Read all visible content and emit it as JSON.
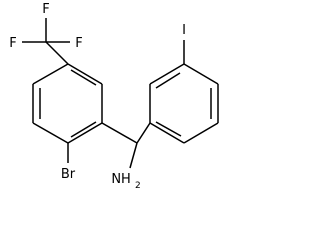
{
  "molecule": {
    "atoms": {
      "f_top": "F",
      "f_left": "F",
      "f_right": "F",
      "iodine": "I",
      "bromine": "Br",
      "amine": "NH2"
    },
    "colors": {
      "bond": "#000000",
      "label": "#000000",
      "background": "#ffffff"
    }
  }
}
